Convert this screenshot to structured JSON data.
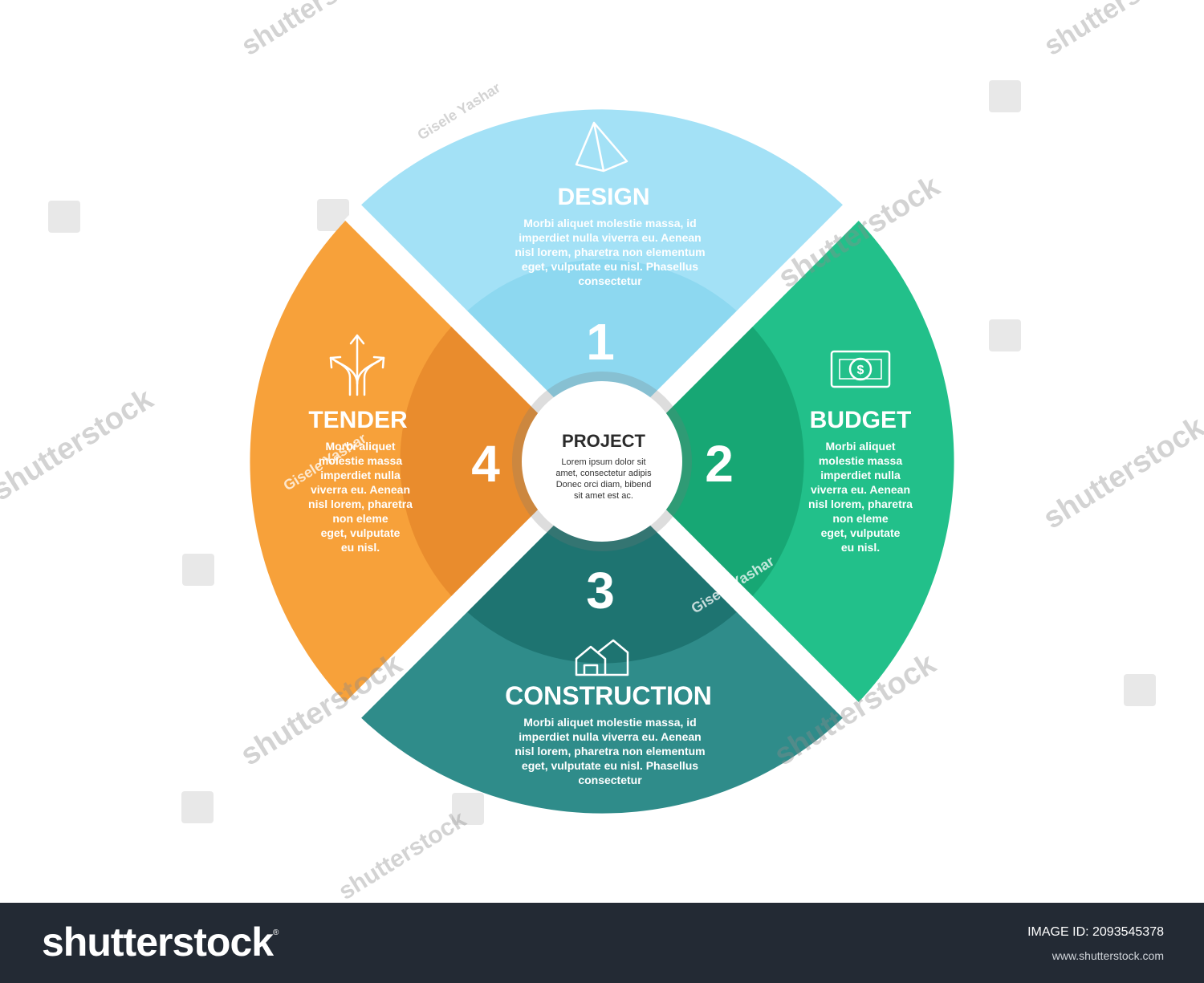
{
  "center": {
    "title": "PROJECT",
    "lines": [
      "Lorem ipsum dolor sit",
      "amet, consectetur adipis",
      "Donec orci diam, bibend",
      "sit amet est ac."
    ]
  },
  "segments": [
    {
      "title": "DESIGN",
      "number": "1",
      "icon": "pyramid-icon",
      "color": "#a3e1f6",
      "lines": [
        "Morbi aliquet molestie massa, id",
        "imperdiet nulla viverra eu. Aenean",
        "nisl lorem, pharetra non elementum",
        "eget, vulputate eu nisl. Phasellus",
        "consectetur"
      ]
    },
    {
      "title": "BUDGET",
      "number": "2",
      "icon": "money-bill-icon",
      "color": "#22c08a",
      "lines": [
        "Morbi aliquet",
        "molestie massa",
        "imperdiet nulla",
        "viverra eu. Aenean",
        "nisl lorem, pharetra",
        "non eleme",
        "eget, vulputate",
        "eu nisl."
      ]
    },
    {
      "title": "CONSTRUCTION",
      "number": "3",
      "icon": "houses-icon",
      "color": "#2f8c8a",
      "lines": [
        "Morbi aliquet molestie massa, id",
        "imperdiet nulla viverra eu. Aenean",
        "nisl lorem, pharetra non elementum",
        "eget, vulputate eu nisl. Phasellus",
        "consectetur"
      ]
    },
    {
      "title": "TENDER",
      "number": "4",
      "icon": "split-arrows-icon",
      "color": "#f7a13a",
      "lines": [
        "Morbi aliquet",
        "molestie massa",
        "imperdiet nulla",
        "viverra eu. Aenean",
        "nisl lorem, pharetra",
        "non eleme",
        "eget, vulputate",
        "eu nisl."
      ]
    }
  ],
  "watermarks": {
    "logo_text": "shutterstock",
    "author": "Gisele Yashar"
  },
  "footer": {
    "brand": "shutterstock",
    "brand_mark": "®",
    "image_id_label": "IMAGE ID: 2093545378",
    "site": "www.shutterstock.com"
  }
}
